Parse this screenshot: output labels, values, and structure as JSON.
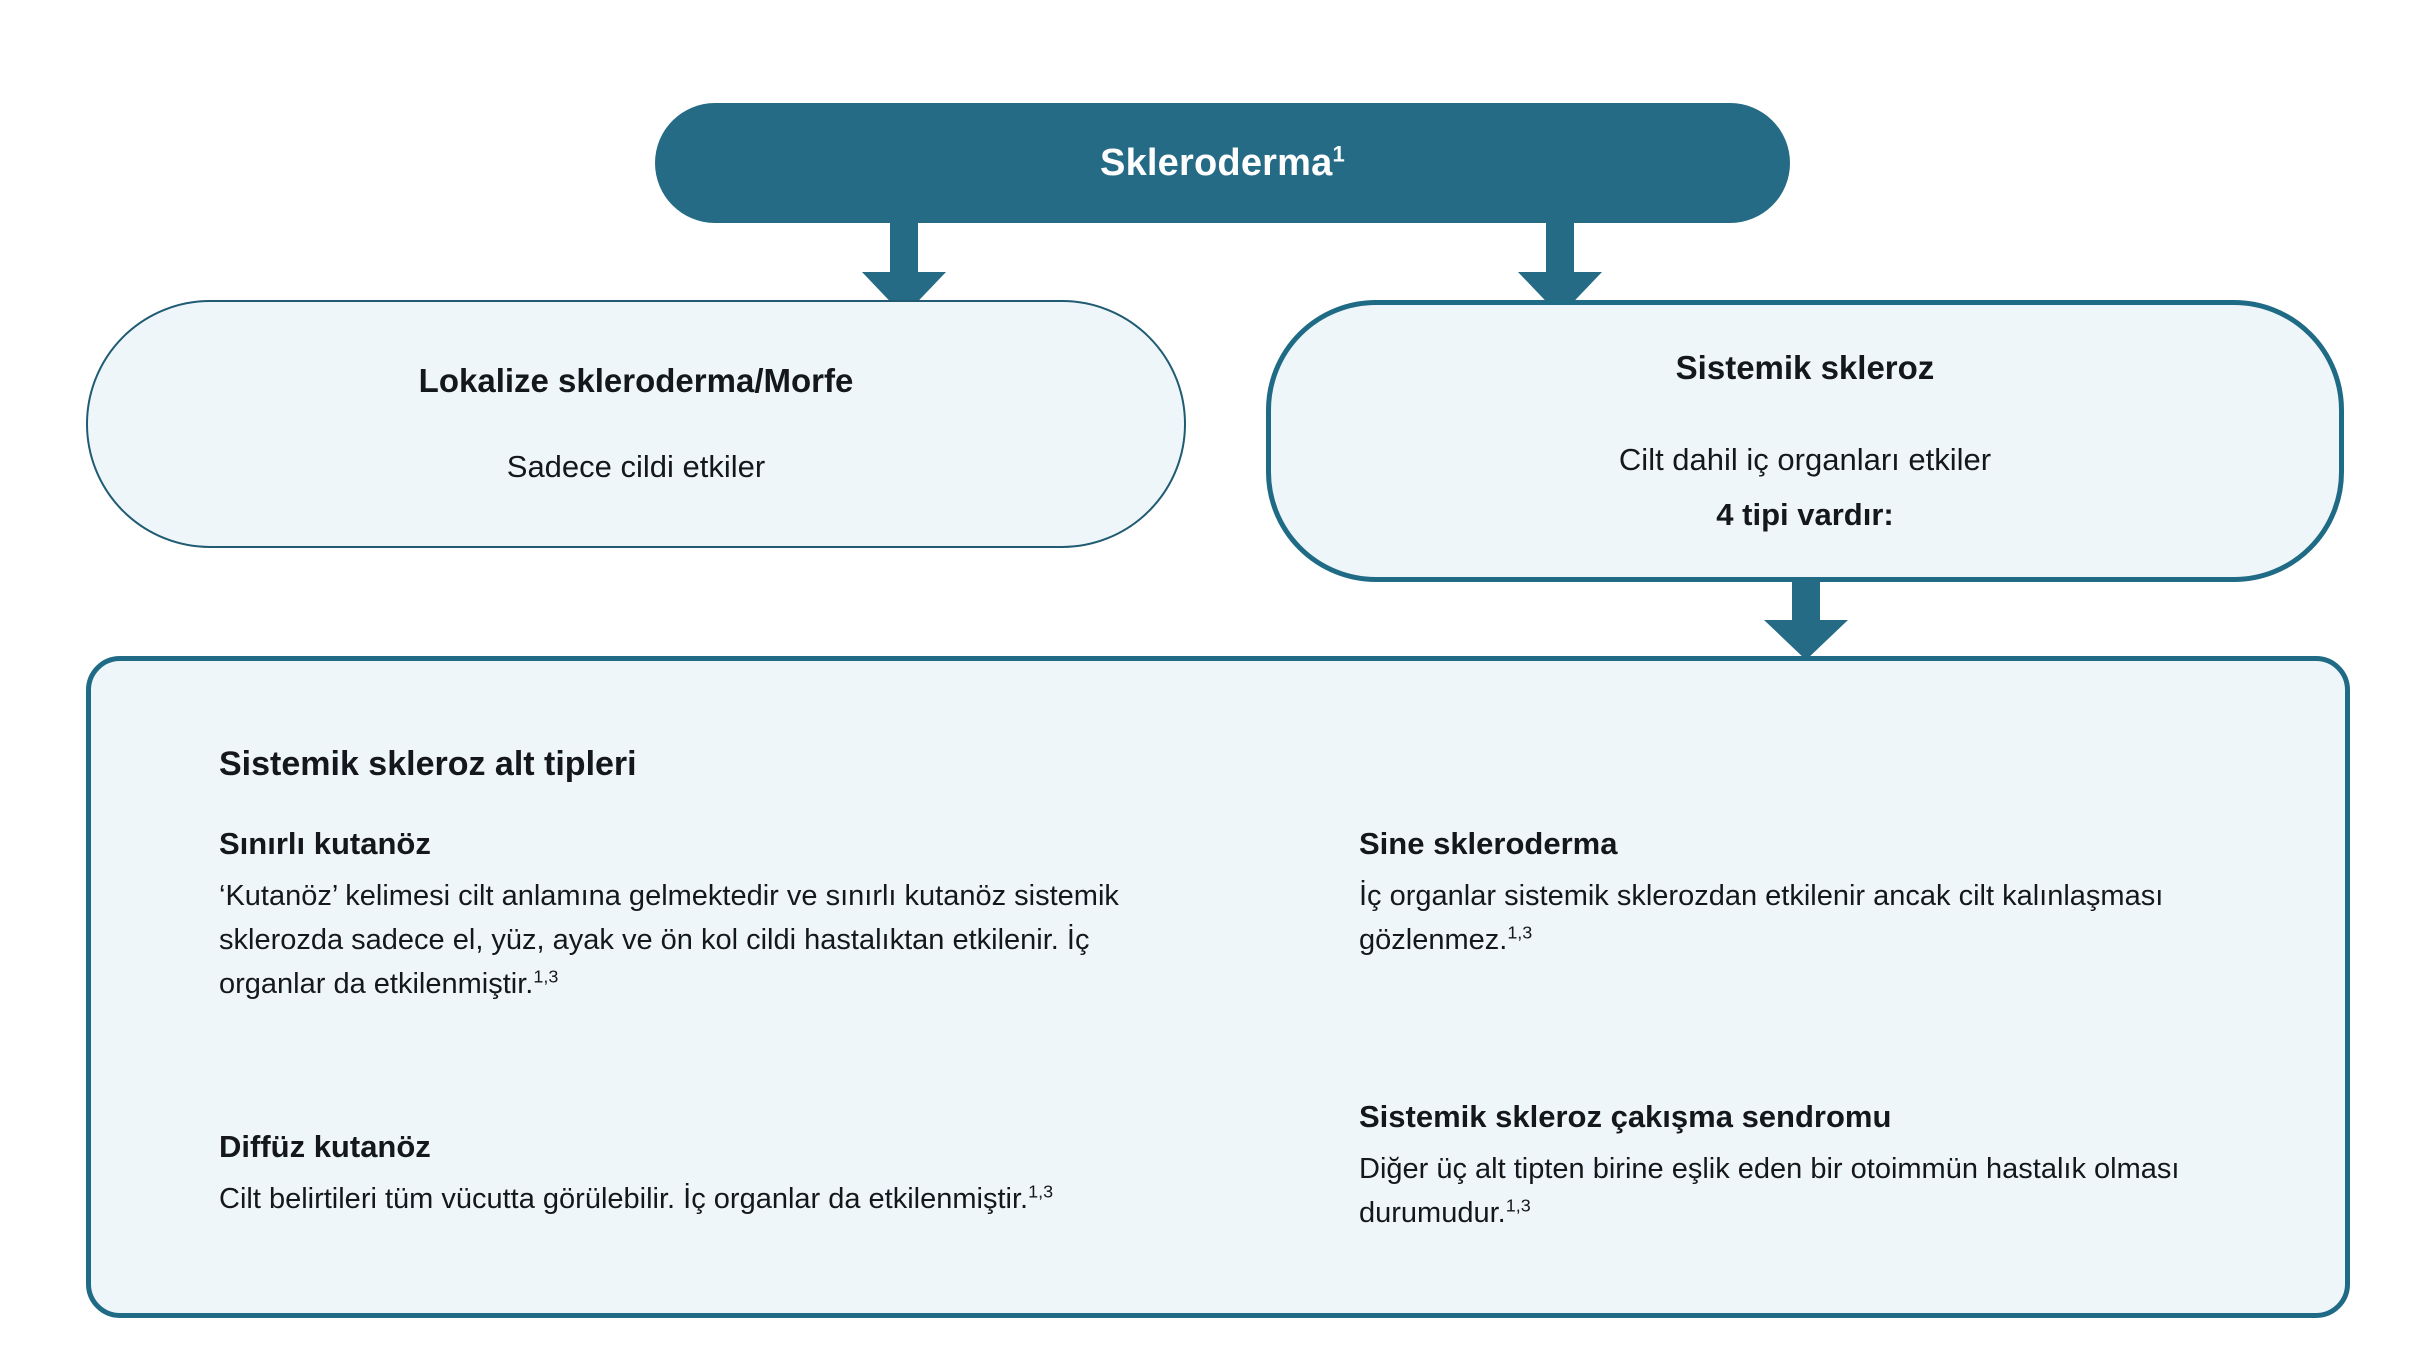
{
  "diagram": {
    "root": {
      "label": "Skleroderma",
      "reference": "1"
    },
    "branches": [
      {
        "title": "Lokalize skleroderma/Morfe",
        "subtitle": "Sadece cildi etkiler"
      },
      {
        "title": "Sistemik skleroz",
        "subtitle": "Cilt dahil iç organları etkiler",
        "subtitle_strong": "4 tipi vardır:"
      }
    ],
    "detail_panel": {
      "heading": "Sistemik skleroz alt tipleri",
      "left_column": [
        {
          "title": "Sınırlı kutanöz",
          "body": "‘Kutanöz’ kelimesi cilt anlamına gelmektedir ve sınırlı kutanöz sistemik sklerozda sadece el, yüz, ayak ve ön kol cildi hastalıktan etkilenir. İç organlar da etkilenmiştir.",
          "reference": "1,3"
        },
        {
          "title": "Diffüz kutanöz",
          "body": "Cilt belirtileri tüm vücutta görülebilir. İç organlar da etkilenmiştir.",
          "reference": "1,3"
        }
      ],
      "right_column": [
        {
          "title": "Sine skleroderma",
          "body": "İç organlar sistemik sklerozdan etkilenir ancak cilt kalınlaşması gözlenmez.",
          "reference": "1,3"
        },
        {
          "title": "Sistemik skleroz çakışma sendromu",
          "body": "Diğer üç alt tipten birine eşlik eden bir otoimmün hastalık olması durumudur.",
          "reference": "1,3"
        }
      ]
    },
    "connectors": [
      {
        "name": "arrow-root-to-localized"
      },
      {
        "name": "arrow-root-to-systemic"
      },
      {
        "name": "arrow-systemic-to-subtypes"
      }
    ],
    "colors": {
      "accent_dark": "#266B85",
      "accent_border": "#1F6B85",
      "panel_fill": "#EFF6FA",
      "text": "#14181C",
      "header_text": "#FFFFFF"
    }
  }
}
